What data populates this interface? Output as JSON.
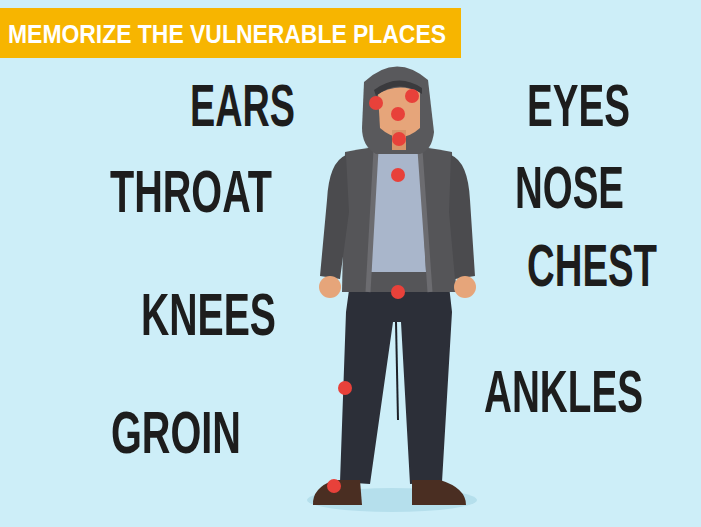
{
  "diagram": {
    "title": "MEMORIZE THE VULNERABLE PLACES",
    "labels": [
      "EARS",
      "EYES",
      "THROAT",
      "NOSE",
      "CHEST",
      "KNEES",
      "ANKLES",
      "GROIN"
    ]
  }
}
